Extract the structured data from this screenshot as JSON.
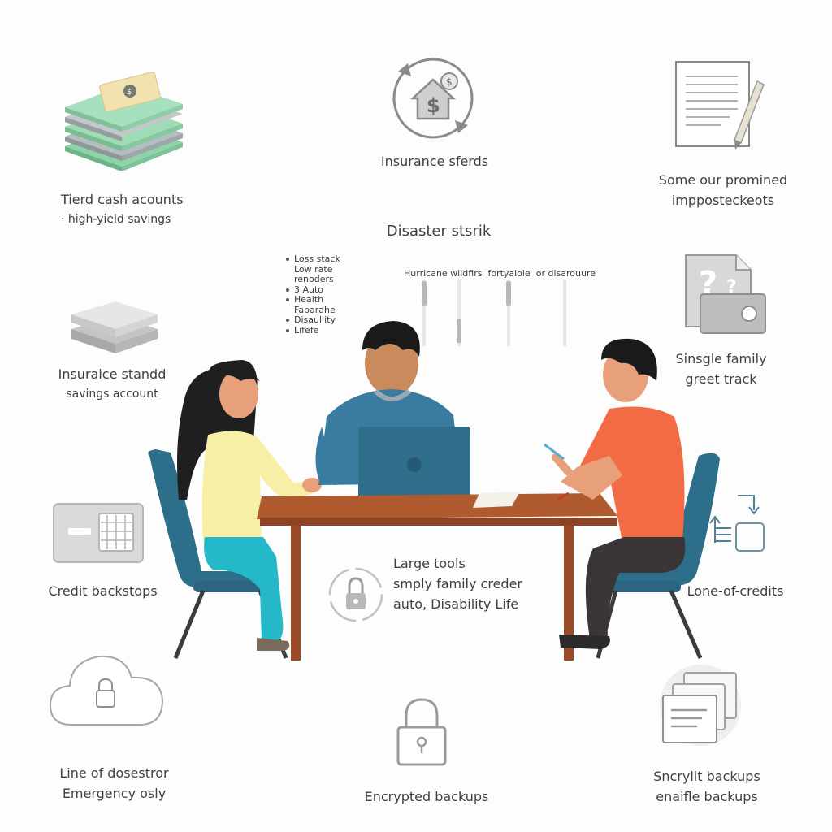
{
  "top_left": {
    "line1": "Tierd cash acounts",
    "line2": "· high-yield savings"
  },
  "top_center": {
    "label": "Insurance sferds"
  },
  "top_right": {
    "line1": "Some our promined",
    "line2": "impposteckeots"
  },
  "center_heading": "Disaster stsrik",
  "legend_items": [
    {
      "text": "Loss stack",
      "bullet": true
    },
    {
      "text": "Low rate",
      "bullet": false
    },
    {
      "text": "renoders",
      "bullet": false
    },
    {
      "text": "3 Auto",
      "bullet": true
    },
    {
      "text": "Health",
      "bullet": true
    },
    {
      "text": "Fabarahe",
      "bullet": false
    },
    {
      "text": "Disaullity",
      "bullet": true
    },
    {
      "text": "Lifefe",
      "bullet": true
    }
  ],
  "hazard_row": "Hurricane wildfirs  fortyalole  or disarouure",
  "mid_left": {
    "line1": "Insuraice standd",
    "line2": "savings account"
  },
  "mid_right": {
    "line1": "Sinsgle family",
    "line2": "greet track"
  },
  "left_lower": {
    "label": "Credit backstops"
  },
  "right_lower": {
    "label": "Lone-of-credits"
  },
  "center_tools": {
    "line1": "Large tools",
    "line2": "smply family creder",
    "line3": "auto, Disability Life"
  },
  "bottom_left": {
    "line1": "Line of dosestror",
    "line2": "Emergency osly"
  },
  "bottom_center": {
    "label": "Encrypted backups"
  },
  "bottom_right": {
    "line1": "Sncrylit backups",
    "line2": "enaifle backups"
  },
  "colors": {
    "cash_green": "#8fd3a8",
    "chair_teal": "#2d6e8a",
    "laptop_blue": "#2f6f8c",
    "table_wood": "#b05a2f",
    "shirt_orange": "#f26b45",
    "shirt_yellow": "#f7efa6",
    "pants_teal": "#25b8c8"
  },
  "icons": [
    "cash-stack-icon",
    "house-dollar-icon",
    "document-pen-icon",
    "stacked-layers-icon",
    "question-card-icon",
    "safe-icon",
    "transfer-arrows-icon",
    "lock-cycle-icon",
    "cloud-lock-icon",
    "padlock-icon",
    "backup-documents-icon"
  ]
}
